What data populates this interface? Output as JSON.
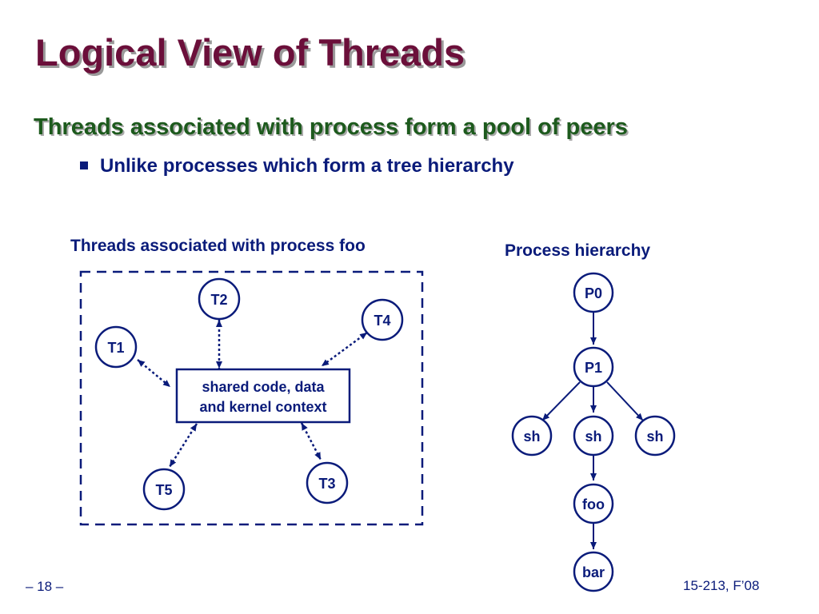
{
  "slide": {
    "title": "Logical View of Threads",
    "heading": "Threads associated with process form a pool of peers",
    "bullets": [
      "Unlike processes which form a tree hierarchy"
    ],
    "colors": {
      "title": "#6b0f3a",
      "heading": "#1d5a1d",
      "text": "#0a1b7a"
    }
  },
  "threads_diagram": {
    "caption": "Threads associated with process foo",
    "shared_box": {
      "line1": "shared code, data",
      "line2": "and kernel context"
    },
    "threads": [
      "T1",
      "T2",
      "T3",
      "T4",
      "T5"
    ]
  },
  "process_diagram": {
    "caption": "Process hierarchy",
    "nodes": [
      "P0",
      "P1",
      "sh",
      "sh",
      "sh",
      "foo",
      "bar"
    ]
  },
  "footer": {
    "page": "– 18 –",
    "course": "15-213, F’08"
  }
}
